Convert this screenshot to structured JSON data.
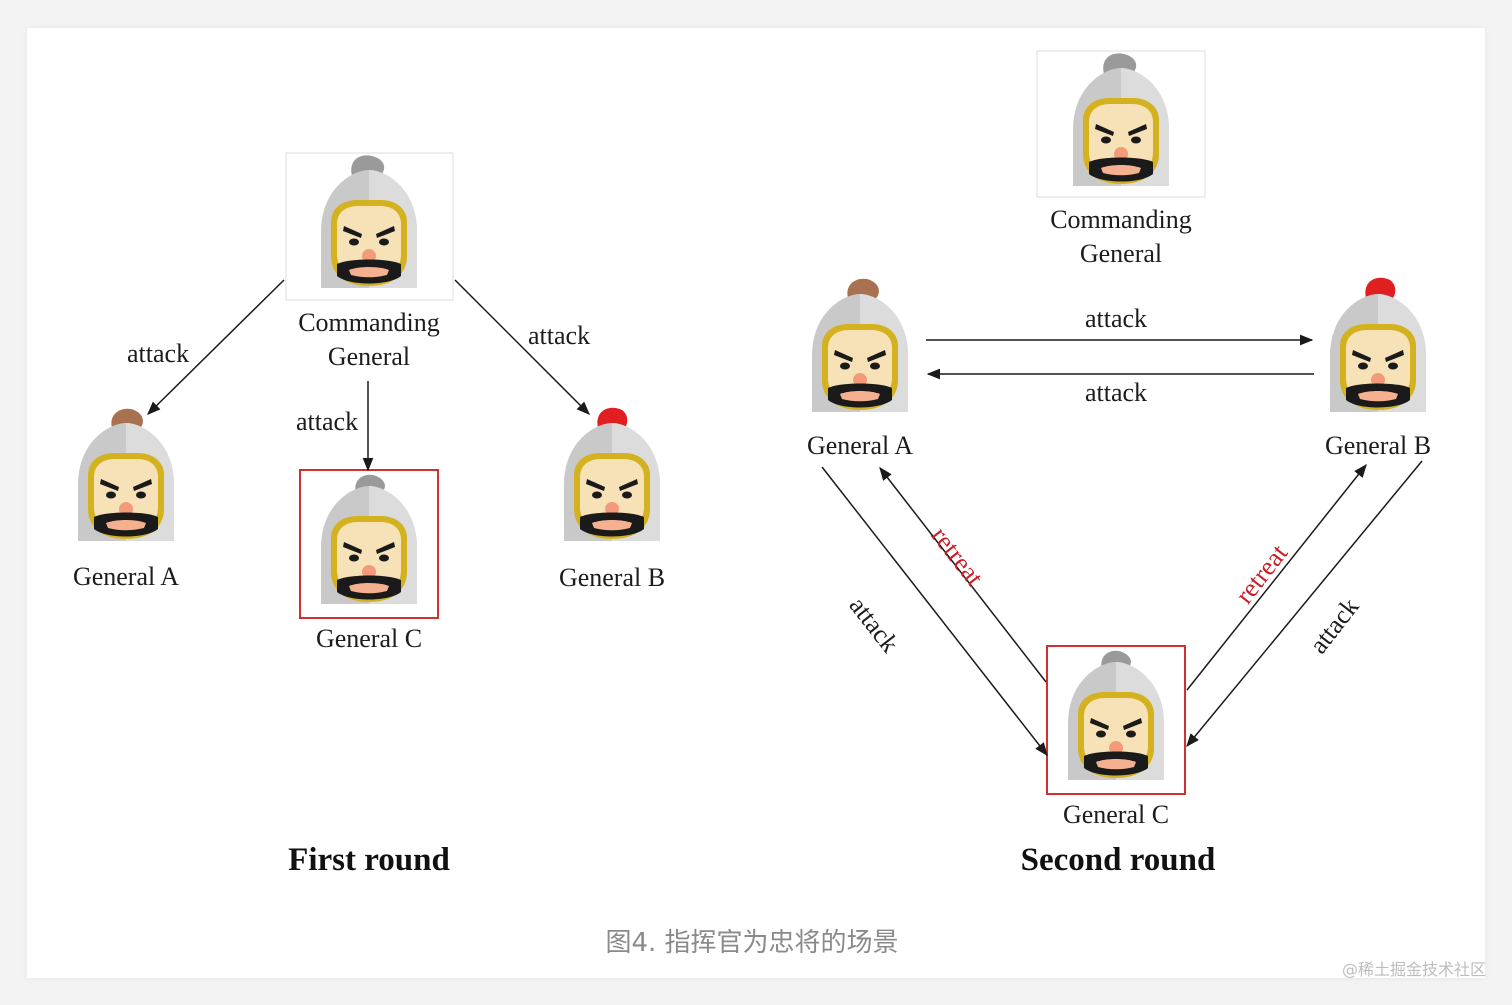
{
  "first_round": {
    "title": "First round",
    "commanding_general": [
      "Commanding",
      "General"
    ],
    "general_a": "General A",
    "general_b": "General B",
    "general_c": "General C",
    "edge_cg_a": "attack",
    "edge_cg_c": "attack",
    "edge_cg_b": "attack"
  },
  "second_round": {
    "title": "Second round",
    "commanding_general": [
      "Commanding",
      "General"
    ],
    "general_a": "General A",
    "general_b": "General B",
    "general_c": "General C",
    "edge_a_b": "attack",
    "edge_b_a": "attack",
    "edge_a_c": "attack",
    "edge_c_a": "retreat",
    "edge_c_b": "retreat",
    "edge_b_c": "attack"
  },
  "caption": "图4. 指挥官为忠将的场景",
  "watermark": "@稀土掘金技术社区",
  "colors": {
    "helmet": "#c9c9c9",
    "face": "#f7e2b8",
    "face_border": "#d4b11e",
    "plume_a": "#a8714f",
    "plume_b": "#e02020",
    "plume_commander": "#9a9a9a",
    "traitor_box": "#d0302f",
    "retreat_text": "#c81e28"
  }
}
